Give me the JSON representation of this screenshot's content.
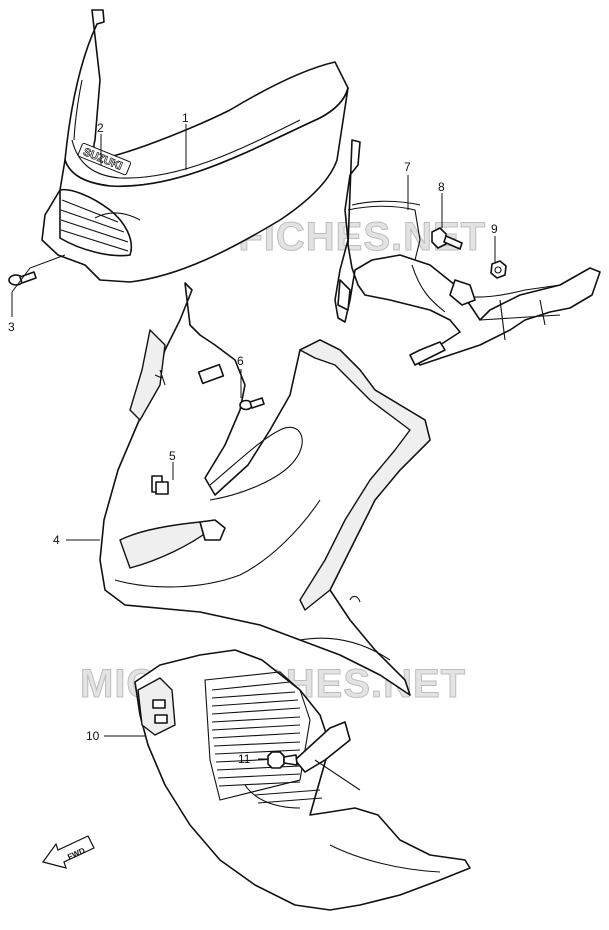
{
  "diagram": {
    "brand_text": "SUZUKI",
    "fwd_label": "FWD",
    "watermarks": [
      "MICROFICHES.NET",
      "MICROFICHES.NET"
    ],
    "callouts": [
      "1",
      "2",
      "3",
      "4",
      "5",
      "6",
      "7",
      "8",
      "9",
      "10",
      "11"
    ]
  }
}
